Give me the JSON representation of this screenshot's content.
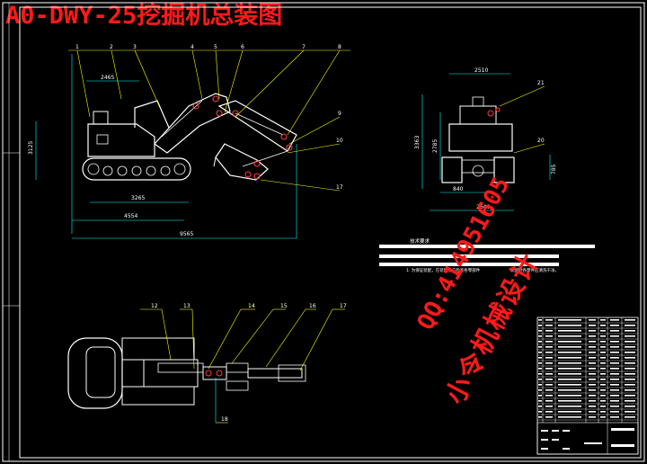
{
  "title": "A0-DWY-25挖掘机总装图",
  "watermark": {
    "qq": "QQ:414951605",
    "name": "小令机械设计"
  },
  "side_view": {
    "part_numbers": [
      "1",
      "2",
      "3",
      "4",
      "5",
      "6",
      "7",
      "8",
      "9",
      "10",
      "17"
    ],
    "dimensions": {
      "top": "2465",
      "height": "3125",
      "track": "3265",
      "wheelbase": "4554",
      "overall": "9565"
    }
  },
  "front_view": {
    "part_numbers": [
      "21",
      "20"
    ],
    "dimensions": {
      "top_width": "2510",
      "height_left": "3363",
      "height_mid": "2785",
      "height_right": "785",
      "bottom_inner": "840",
      "bottom_outer": "2640"
    }
  },
  "top_view": {
    "part_numbers": [
      "12",
      "13",
      "14",
      "15",
      "16",
      "17",
      "18"
    ]
  },
  "notes": {
    "heading": "技术要求",
    "line1": "1. 为保证装配，在装配前应检查各零部件",
    "line2": "装配时各零件应清洗干净。"
  },
  "colors": {
    "outline": "#ffffff",
    "leader": "#ffff00",
    "dim": "#00ffff",
    "accent": "#ff1a1a",
    "bar": "#ffffff",
    "part_line": "#ff3b3b"
  }
}
